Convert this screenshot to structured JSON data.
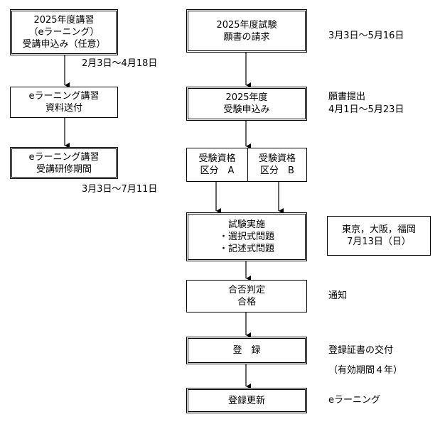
{
  "left": {
    "box1": [
      "2025年度講習",
      "（eラーニング）",
      "受講申込み（任意）"
    ],
    "date1": "2月3日～4月18日",
    "box2": [
      "eラーニング講習",
      "資料送付"
    ],
    "box3": [
      "eラーニング講習",
      "受講研修期間"
    ],
    "date3": "3月3日～7月11日"
  },
  "right": {
    "box1": [
      "2025年度試験",
      "願書の請求"
    ],
    "date1": "3月3日～5月16日",
    "box2": [
      "2025年度",
      "受験申込み"
    ],
    "note2": [
      "願書提出",
      "4月1日～5月23日"
    ],
    "box_a": [
      "受験資格",
      "区分　A"
    ],
    "box_b": [
      "受験資格",
      "区分　B"
    ],
    "box4": [
      "試験実施",
      "・選択式問題",
      "・記述式問題"
    ],
    "venue": [
      "東京，大阪，福岡",
      "7月13日（日）"
    ],
    "box5": [
      "合否判定",
      "合格"
    ],
    "note5": "通知",
    "box6": [
      "登　録"
    ],
    "note6": [
      "登録証書の交付",
      "（有効期間４年）"
    ],
    "box7": [
      "登録更新"
    ],
    "note7": "eラーニング"
  }
}
